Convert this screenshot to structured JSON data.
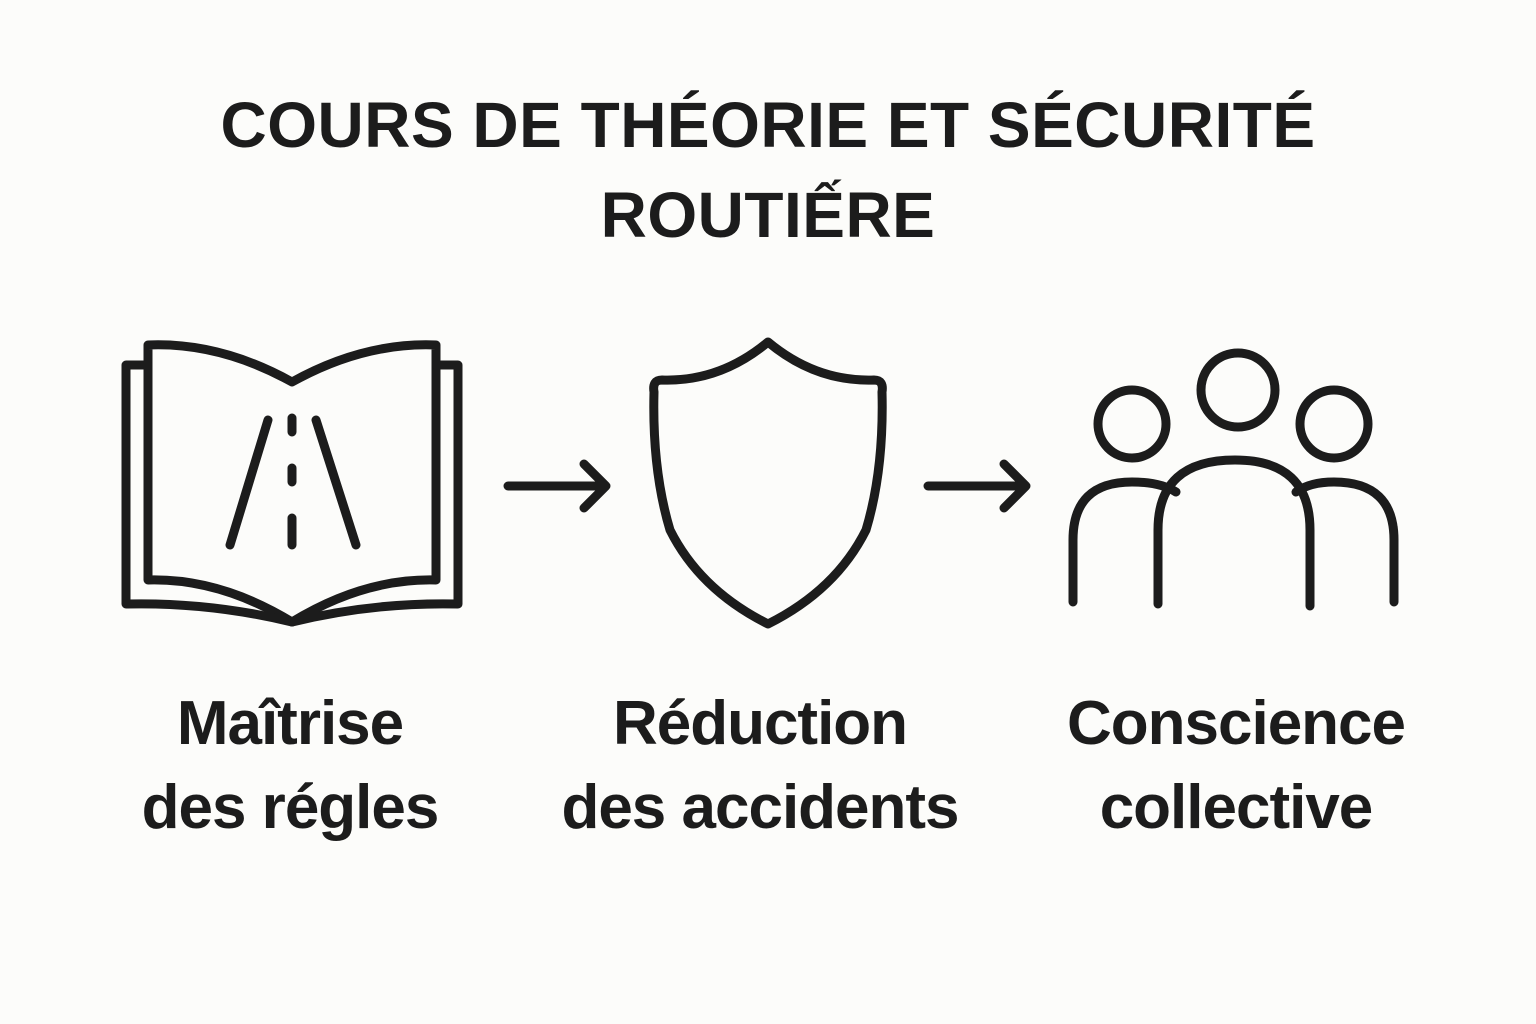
{
  "title": {
    "line1": "COURS DE THÉORIE ET SÉCURITÉ",
    "line2": "ROUTIẾRE"
  },
  "steps": [
    {
      "icon": "book-road-icon",
      "line1": "Maîtrise",
      "line2": "des régles"
    },
    {
      "icon": "shield-icon",
      "line1": "Réduction",
      "line2": "des accidents"
    },
    {
      "icon": "people-group-icon",
      "line1": "Conscience",
      "line2": "collective"
    }
  ],
  "colors": {
    "background": "#fcfcfa",
    "ink": "#1c1c1c"
  }
}
